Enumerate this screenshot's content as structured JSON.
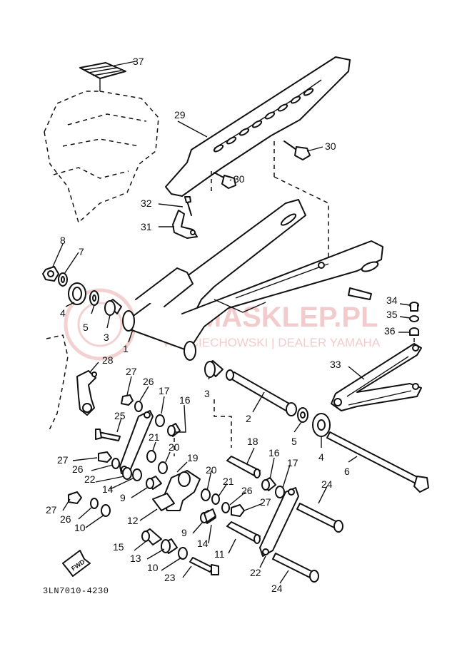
{
  "diagram": {
    "reference_code": "3LN7010-4230",
    "watermark": {
      "brand": "YAMASKLEP.PL",
      "tagline": "WOJCIECHOWSKI | DEALER YAMAHA"
    },
    "fwd_arrow_label": "FWD",
    "callouts": [
      {
        "id": "c1",
        "label": "1"
      },
      {
        "id": "c2",
        "label": "2"
      },
      {
        "id": "c3a",
        "label": "3"
      },
      {
        "id": "c3b",
        "label": "3"
      },
      {
        "id": "c4a",
        "label": "4"
      },
      {
        "id": "c4b",
        "label": "4"
      },
      {
        "id": "c5a",
        "label": "5"
      },
      {
        "id": "c5b",
        "label": "5"
      },
      {
        "id": "c6",
        "label": "6"
      },
      {
        "id": "c7",
        "label": "7"
      },
      {
        "id": "c8",
        "label": "8"
      },
      {
        "id": "c9a",
        "label": "9"
      },
      {
        "id": "c9b",
        "label": "9"
      },
      {
        "id": "c10a",
        "label": "10"
      },
      {
        "id": "c10b",
        "label": "10"
      },
      {
        "id": "c11",
        "label": "11"
      },
      {
        "id": "c12",
        "label": "12"
      },
      {
        "id": "c13",
        "label": "13"
      },
      {
        "id": "c14a",
        "label": "14"
      },
      {
        "id": "c14b",
        "label": "14"
      },
      {
        "id": "c15",
        "label": "15"
      },
      {
        "id": "c16a",
        "label": "16"
      },
      {
        "id": "c16b",
        "label": "16"
      },
      {
        "id": "c17a",
        "label": "17"
      },
      {
        "id": "c17b",
        "label": "17"
      },
      {
        "id": "c18",
        "label": "18"
      },
      {
        "id": "c19",
        "label": "19"
      },
      {
        "id": "c20a",
        "label": "20"
      },
      {
        "id": "c20b",
        "label": "20"
      },
      {
        "id": "c21a",
        "label": "21"
      },
      {
        "id": "c21b",
        "label": "21"
      },
      {
        "id": "c22a",
        "label": "22"
      },
      {
        "id": "c22b",
        "label": "22"
      },
      {
        "id": "c23",
        "label": "23"
      },
      {
        "id": "c24a",
        "label": "24"
      },
      {
        "id": "c24b",
        "label": "24"
      },
      {
        "id": "c25",
        "label": "25"
      },
      {
        "id": "c26a",
        "label": "26"
      },
      {
        "id": "c26b",
        "label": "26"
      },
      {
        "id": "c26c",
        "label": "26"
      },
      {
        "id": "c27a",
        "label": "27"
      },
      {
        "id": "c27b",
        "label": "27"
      },
      {
        "id": "c27c",
        "label": "27"
      },
      {
        "id": "c28",
        "label": "28"
      },
      {
        "id": "c29",
        "label": "29"
      },
      {
        "id": "c30a",
        "label": "30"
      },
      {
        "id": "c30b",
        "label": "30"
      },
      {
        "id": "c31",
        "label": "31"
      },
      {
        "id": "c32",
        "label": "32"
      },
      {
        "id": "c33",
        "label": "33"
      },
      {
        "id": "c34",
        "label": "34"
      },
      {
        "id": "c35",
        "label": "35"
      },
      {
        "id": "c36",
        "label": "36"
      },
      {
        "id": "c37",
        "label": "37"
      }
    ]
  }
}
